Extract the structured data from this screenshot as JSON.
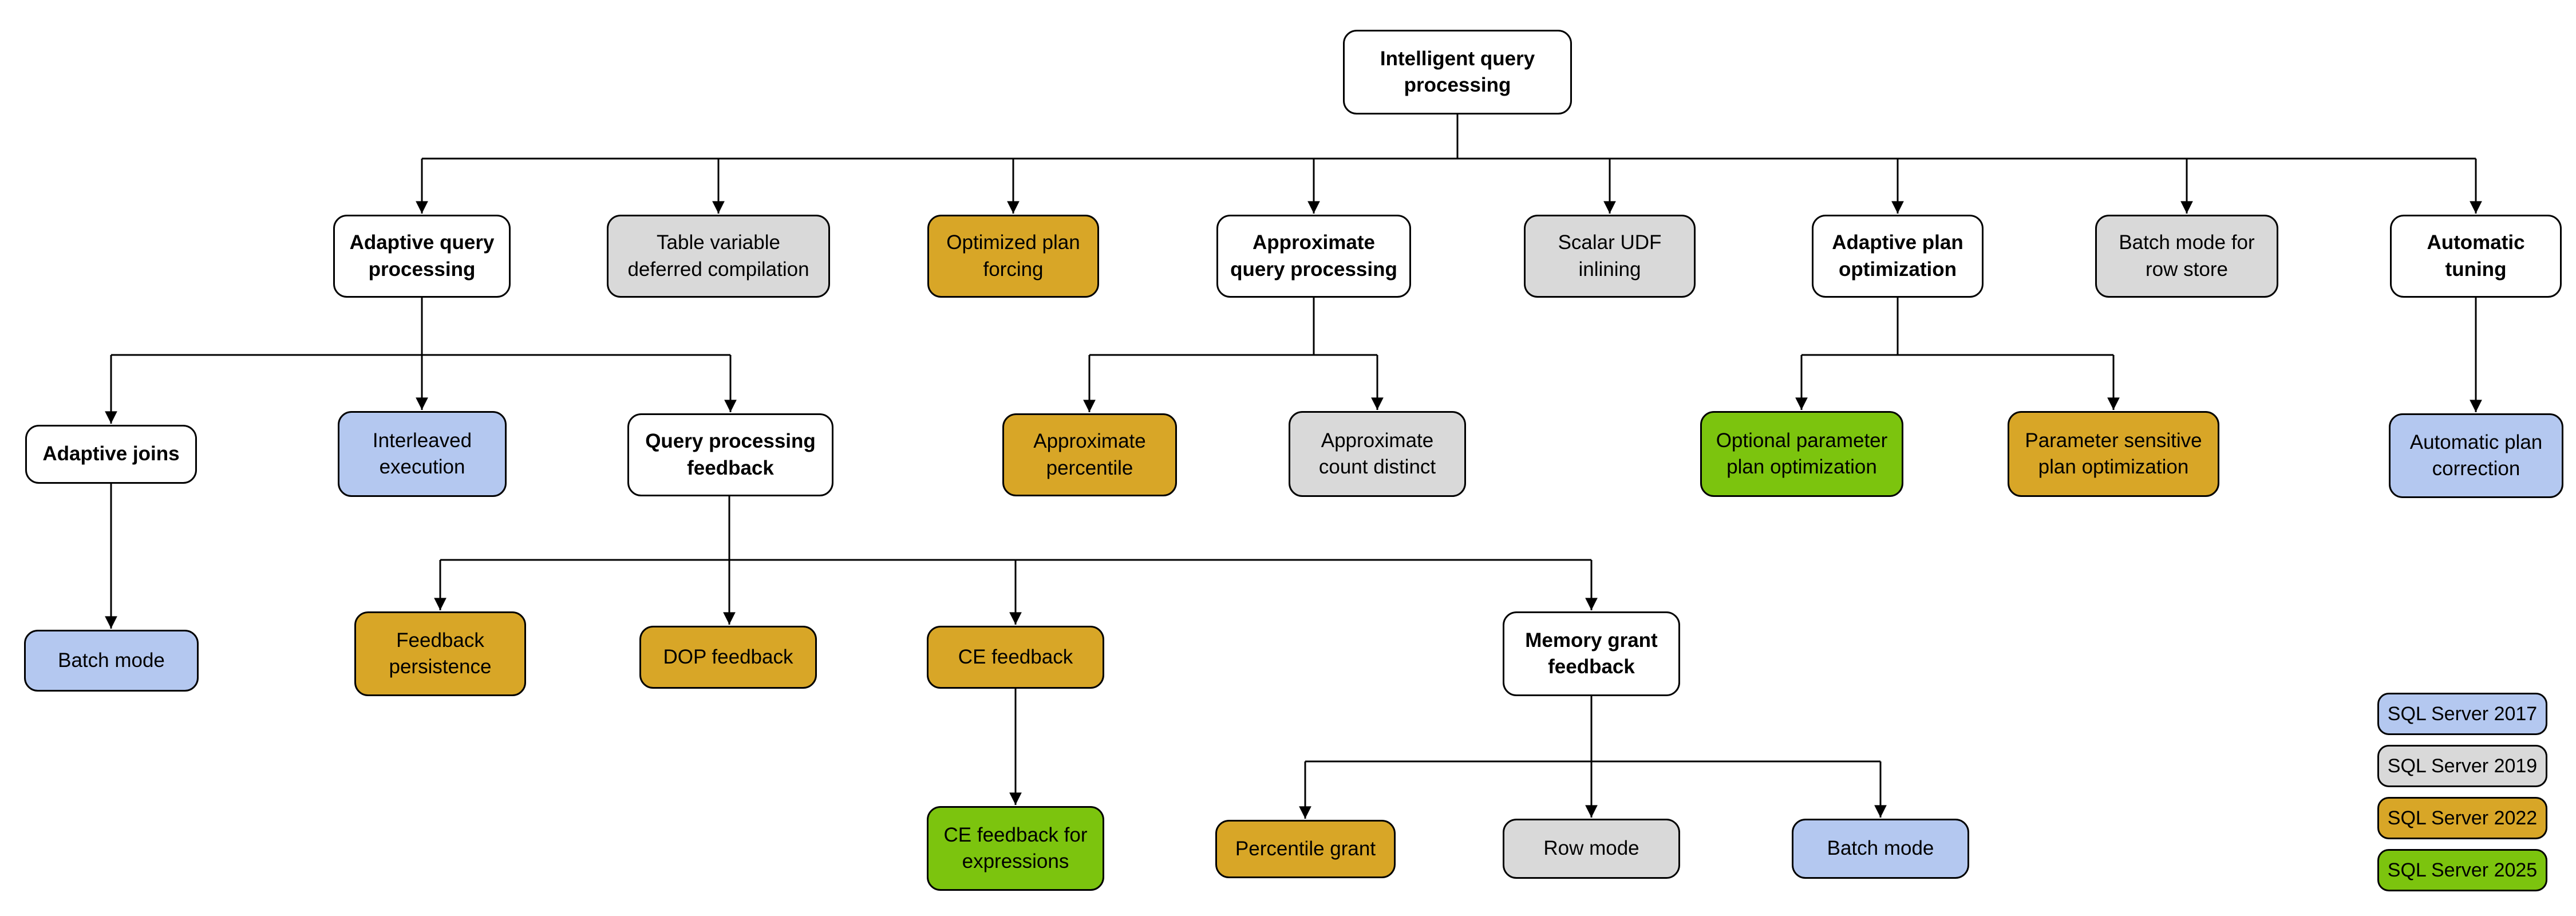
{
  "palette": {
    "white": "#ffffff",
    "sql2017": "#b4c8f0",
    "sql2019": "#d9d9d9",
    "sql2022": "#d8a627",
    "sql2025": "#7cc40e",
    "line": "#000000"
  },
  "nodes": [
    {
      "label": "Intelligent query processing",
      "category": "white"
    },
    {
      "label": "Adaptive query processing",
      "category": "white"
    },
    {
      "label": "Table variable deferred compilation",
      "category": "sql2019"
    },
    {
      "label": "Optimized plan forcing",
      "category": "sql2022"
    },
    {
      "label": "Approximate query processing",
      "category": "white"
    },
    {
      "label": "Scalar UDF inlining",
      "category": "sql2019"
    },
    {
      "label": "Adaptive plan optimization",
      "category": "white"
    },
    {
      "label": "Batch mode for row store",
      "category": "sql2019"
    },
    {
      "label": "Automatic tuning",
      "category": "white"
    },
    {
      "label": "Adaptive joins",
      "category": "white"
    },
    {
      "label": "Interleaved execution",
      "category": "sql2017"
    },
    {
      "label": "Query processing feedback",
      "category": "white"
    },
    {
      "label": "Approximate percentile",
      "category": "sql2022"
    },
    {
      "label": "Approximate count distinct",
      "category": "sql2019"
    },
    {
      "label": "Optional parameter plan optimization",
      "category": "sql2025"
    },
    {
      "label": "Parameter sensitive plan optimization",
      "category": "sql2022"
    },
    {
      "label": "Automatic plan correction",
      "category": "sql2017"
    },
    {
      "label": "Batch mode",
      "category": "sql2017"
    },
    {
      "label": "Feedback persistence",
      "category": "sql2022"
    },
    {
      "label": "DOP feedback",
      "category": "sql2022"
    },
    {
      "label": "CE feedback",
      "category": "sql2022"
    },
    {
      "label": "Memory grant feedback",
      "category": "white"
    },
    {
      "label": "CE feedback for expressions",
      "category": "sql2025"
    },
    {
      "label": "Percentile grant",
      "category": "sql2022"
    },
    {
      "label": "Row mode",
      "category": "sql2019"
    },
    {
      "label": "Batch mode",
      "category": "sql2017"
    }
  ],
  "legend": [
    {
      "label": "SQL Server 2017",
      "category": "sql2017"
    },
    {
      "label": "SQL Server 2019",
      "category": "sql2019"
    },
    {
      "label": "SQL Server 2022",
      "category": "sql2022"
    },
    {
      "label": "SQL Server 2025",
      "category": "sql2025"
    }
  ]
}
